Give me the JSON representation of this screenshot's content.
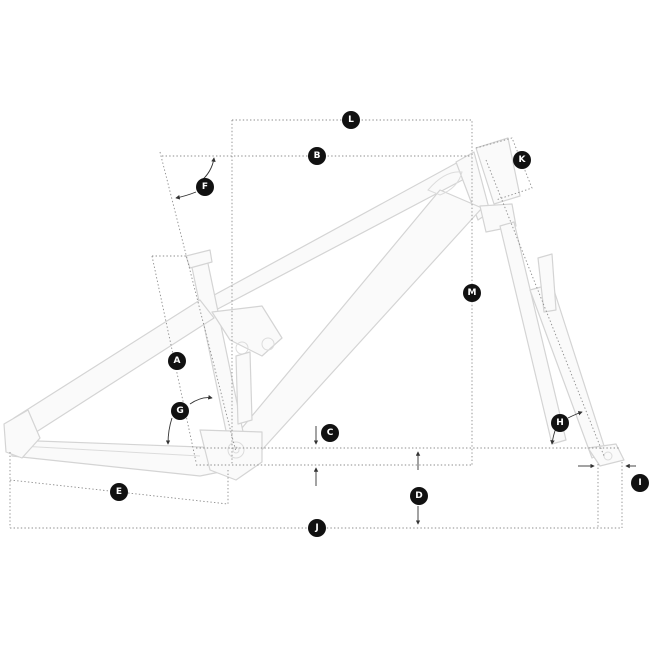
{
  "diagram": {
    "frame": {
      "outline_color": "#d4d4d4",
      "fill_color": "#fafafa"
    },
    "dimension_line_color": "#8c8c8c",
    "badge_color": "#111111",
    "badge_text_color": "#ffffff",
    "markers": [
      {
        "id": "A",
        "label": "A"
      },
      {
        "id": "B",
        "label": "B"
      },
      {
        "id": "C",
        "label": "C"
      },
      {
        "id": "D",
        "label": "D"
      },
      {
        "id": "E",
        "label": "E"
      },
      {
        "id": "F",
        "label": "F"
      },
      {
        "id": "G",
        "label": "G"
      },
      {
        "id": "H",
        "label": "H"
      },
      {
        "id": "I",
        "label": "I"
      },
      {
        "id": "J",
        "label": "J"
      },
      {
        "id": "K",
        "label": "K"
      },
      {
        "id": "L",
        "label": "L"
      },
      {
        "id": "M",
        "label": "M"
      }
    ]
  }
}
